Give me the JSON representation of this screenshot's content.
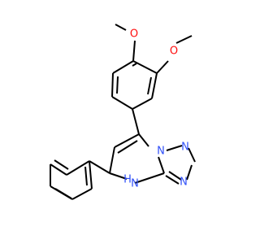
{
  "molecule": {
    "colors": {
      "bond": "#000000",
      "oxygen": "#ff0d0d",
      "nitrogen": "#3050f8"
    },
    "atom_labels": {
      "o_top": "O",
      "o_right": "O",
      "n_ring_top": "N",
      "n_triazole_right": "N",
      "n_triazole_bottom": "N",
      "nh_h": "H",
      "nh_n": "N"
    }
  }
}
